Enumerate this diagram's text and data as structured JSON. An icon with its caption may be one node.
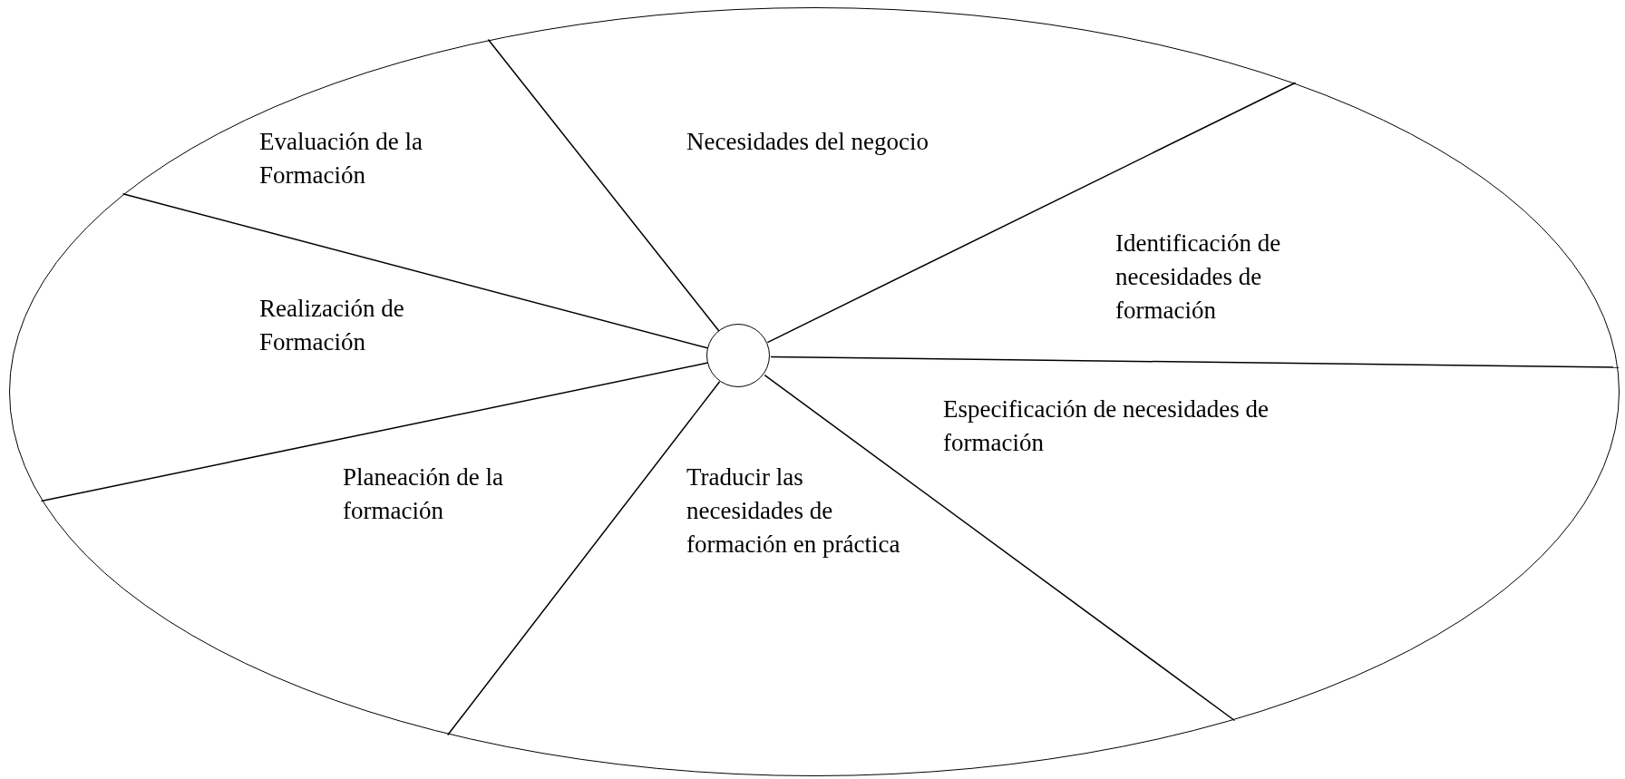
{
  "diagram": {
    "nodes": [
      {
        "text": [],
        "shape": "ellipse"
      },
      {
        "text": [],
        "shape": "circle",
        "in": 0
      }
    ],
    "edges": [
      {
        "from": 1,
        "to": 0,
        "arrow": "none"
      },
      {
        "from": 1,
        "to": 0,
        "arrow": "none"
      },
      {
        "from": 1,
        "to": 0,
        "arrow": "none"
      },
      {
        "from": 1,
        "to": 0,
        "arrow": "none"
      },
      {
        "from": 1,
        "to": 0,
        "arrow": "none"
      },
      {
        "from": 1,
        "to": 0,
        "arrow": "none"
      },
      {
        "from": 1,
        "to": 0,
        "arrow": "none"
      }
    ],
    "labels": [
      "Evaluación de la Formación",
      "Necesidades del negocio",
      "Identificación de necesidades de formación",
      "Realización de Formación",
      "Especificación de necesidades de formación",
      "Planeación de la formación",
      "Traducir las necesidades de formación en práctica"
    ]
  }
}
